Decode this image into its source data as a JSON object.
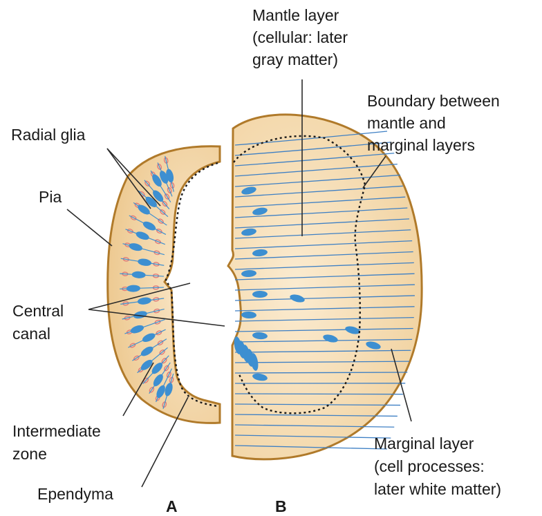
{
  "colors": {
    "tissue_fill": "#f7deb6",
    "tissue_edge": "#e6bc7d",
    "outline": "#b07a2a",
    "cell_blue": "#3d8fd1",
    "fiber_blue": "#3d7fc4",
    "nucleus_red": "#e07a7a",
    "text": "#1a1a1a"
  },
  "labels": {
    "mantle_layer": [
      "Mantle layer",
      "(cellular: later",
      "gray matter)"
    ],
    "boundary": [
      "Boundary between",
      "mantle and",
      "marginal layers"
    ],
    "radial_glia": "Radial glia",
    "pia": "Pia",
    "central_canal": [
      "Central",
      "canal"
    ],
    "intermediate_zone": [
      "Intermediate",
      "zone"
    ],
    "ependyma": "Ependyma",
    "marginal_layer": [
      "Marginal layer",
      "(cell processes:",
      "later white matter)"
    ]
  },
  "panels": {
    "a": "A",
    "b": "B"
  },
  "icons": [
    "radial-glia-cell",
    "neuroblast-cell",
    "nucleus"
  ]
}
